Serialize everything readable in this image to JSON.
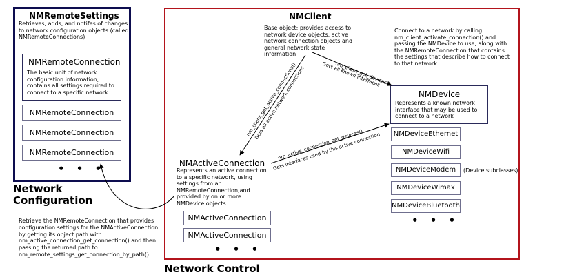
{
  "network_configuration": {
    "section_label": "Network Configuration",
    "settings": {
      "title": "NMRemoteSettings",
      "description": "Retrieves, adds, and notifes of changes to network configuration objects (called NMRemoteConnections)"
    },
    "remote_connection": {
      "title": "NMRemoteConnection",
      "description": "The basic unit of network configuration information, contains all settings required to connect to a specific network."
    },
    "more_connections": [
      "NMRemoteConnection",
      "NMRemoteConnection",
      "NMRemoteConnection"
    ],
    "ellipsis": "• • •"
  },
  "network_control": {
    "section_label": "Network Control",
    "client": {
      "title": "NMClient",
      "description": "Base object; provides access to network device objects, active network connection objects and general network state information"
    },
    "activate_note": "Connect to a network by calling nm_client_activate_connection() and passing the NMDevice to use, along with the NMRemoteConnection that contains the settings that describe how to connect to that network",
    "device": {
      "title": "NMDevice",
      "description": "Represents a known network interface that may be used to connect to a network"
    },
    "device_subclasses": [
      "NMDeviceEthernet",
      "NMDeviceWifi",
      "NMDeviceModem",
      "NMDeviceWimax",
      "NMDeviceBluetooth"
    ],
    "subclasses_note": "(Device subclasses)",
    "active_connection": {
      "title": "NMActiveConnection",
      "description": "Represents an active connection to a specific network, using settings from an NMRemoteConnection,and provided by on or more NMDevice objects."
    },
    "more_active": [
      "NMActiveConnection",
      "NMActiveConnection"
    ],
    "ellipsis": "• • •"
  },
  "edges": {
    "get_devices_fn": "nm_client_get_devices()",
    "get_devices_desc": "Gets all known interfaces",
    "get_active_fn": "nm_client_get_active_connections()",
    "get_active_desc": "Gets all active network connections",
    "conn_devices_fn": "nm_active_connection_get_devices()",
    "conn_devices_desc": "Gets interfaces used by this active connection"
  },
  "retrieve_note": "Retrieve the NMRemoteConnection that provides configuration settings for the NMActiveConnection by getting its object path with nm_active_connection_get_connection() and then passing the returned path to nm_remote_settings_get_connection_by_path()"
}
